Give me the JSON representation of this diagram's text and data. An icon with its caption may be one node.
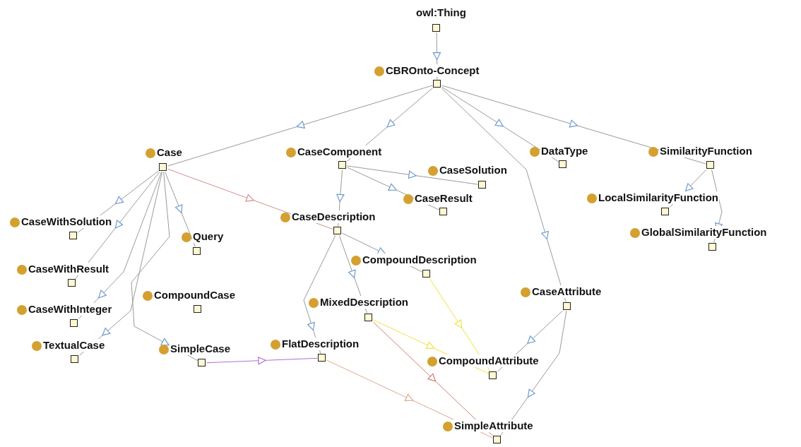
{
  "diagram": {
    "nodes": [
      {
        "text": [
          "owl:Thing"
        ]
      },
      {
        "text": [
          "CBROnto-Concept"
        ]
      },
      {
        "text": [
          "Case"
        ]
      },
      {
        "text": [
          "CaseComponent"
        ]
      },
      {
        "text": [
          "DataType"
        ]
      },
      {
        "text": [
          "SimilarityFunction"
        ]
      },
      {
        "text": [
          "CaseSolution"
        ]
      },
      {
        "text": [
          "CaseResult"
        ]
      },
      {
        "text": [
          "LocalSimilarityFunction"
        ]
      },
      {
        "text": [
          "CaseWithSolution"
        ]
      },
      {
        "text": [
          "Query"
        ]
      },
      {
        "text": [
          "CaseDescription"
        ]
      },
      {
        "text": [
          "GlobalSimilarityFunction"
        ]
      },
      {
        "text": [
          "CompoundDescription"
        ]
      },
      {
        "text": [
          "CaseWithResult"
        ]
      },
      {
        "text": [
          "CaseAttribute"
        ]
      },
      {
        "text": [
          "CompoundCase"
        ]
      },
      {
        "text": [
          "CaseWithInteger"
        ]
      },
      {
        "text": [
          "MixedDescription"
        ]
      },
      {
        "text": [
          "TextualCase"
        ]
      },
      {
        "text": [
          "SimpleCase"
        ]
      },
      {
        "text": [
          "FlatDescription"
        ]
      },
      {
        "text": [
          "CompoundAttribute"
        ]
      },
      {
        "text": [
          "SimpleAttribute"
        ]
      }
    ],
    "edges": [
      {
        "from": 0,
        "to": 1,
        "arrow": "to"
      },
      {
        "from": 1,
        "to": 2,
        "arrow": "to"
      },
      {
        "from": 1,
        "to": 3,
        "arrow": "to"
      },
      {
        "from": 1,
        "to": 4,
        "arrow": "to"
      },
      {
        "from": 1,
        "to": 5,
        "arrow": "to"
      },
      {
        "from": 1,
        "to": 15,
        "arrow": "to"
      },
      {
        "from": 2,
        "to": 9,
        "arrow": "to"
      },
      {
        "from": 2,
        "to": 14,
        "arrow": "to"
      },
      {
        "from": 2,
        "to": 17,
        "arrow": "to"
      },
      {
        "from": 2,
        "to": 19,
        "arrow": "to"
      },
      {
        "from": 2,
        "to": 10,
        "arrow": "to"
      },
      {
        "from": 2,
        "to": 20,
        "arrow": "to"
      },
      {
        "from": 2,
        "to": 11,
        "arrow": "to",
        "color": "#d09090"
      },
      {
        "from": 3,
        "to": 6,
        "arrow": "to"
      },
      {
        "from": 3,
        "to": 7,
        "arrow": "to"
      },
      {
        "from": 3,
        "to": 11,
        "arrow": "to"
      },
      {
        "from": 5,
        "to": 8,
        "arrow": "to"
      },
      {
        "from": 5,
        "to": 12,
        "arrow": "to"
      },
      {
        "from": 11,
        "to": 13,
        "arrow": "to"
      },
      {
        "from": 11,
        "to": 18,
        "arrow": "to"
      },
      {
        "from": 11,
        "to": 21,
        "arrow": "to"
      },
      {
        "from": 20,
        "to": 21,
        "arrow": "to",
        "color": "#b070d0"
      },
      {
        "from": 13,
        "to": 22,
        "arrow": "to",
        "color": "#f0e040"
      },
      {
        "from": 18,
        "to": 22,
        "arrow": "to",
        "color": "#f0e040"
      },
      {
        "from": 18,
        "to": 23,
        "arrow": "to",
        "color": "#d08070"
      },
      {
        "from": 21,
        "to": 23,
        "arrow": "to",
        "color": "#d8a890"
      },
      {
        "from": 15,
        "to": 22,
        "arrow": "to"
      },
      {
        "from": 15,
        "to": 23,
        "arrow": "to"
      }
    ]
  }
}
